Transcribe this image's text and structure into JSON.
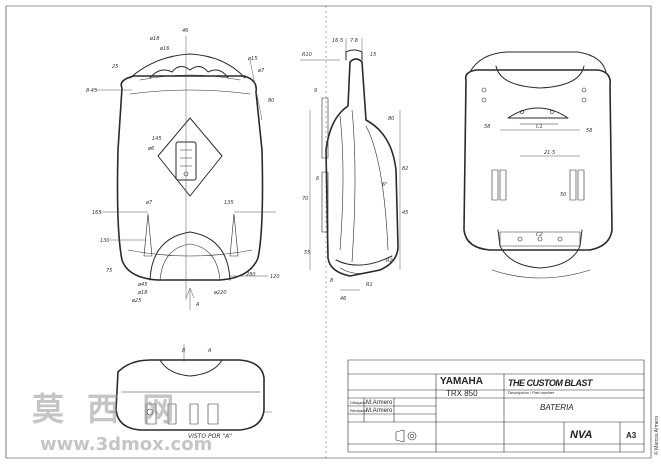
{
  "views": {
    "front": {
      "dims": [
        "25",
        "8·45",
        "ø18",
        "ø16",
        "ø15",
        "ø7",
        "80",
        "145",
        "ø6",
        "135",
        "165",
        "ø7",
        "130",
        "75",
        "120",
        "ø220",
        "280",
        "ø45",
        "ø18",
        "ø25",
        "46",
        "A"
      ]
    },
    "side": {
      "dims": [
        "R10",
        "16·5",
        "7·8",
        "15",
        "9",
        "80",
        "82",
        "70",
        "6",
        "45",
        "6°",
        "R2",
        "55",
        "46",
        "8",
        "R1"
      ]
    },
    "rear": {
      "dims": [
        "58",
        "C1",
        "58",
        "21·5",
        "50",
        "C2"
      ]
    },
    "bottom": {
      "dims": [
        "8",
        "A"
      ],
      "caption": "VISTO POR \"A\""
    }
  },
  "title_block": {
    "drawn_label": "Dibujado",
    "drawn_by": "M.Armero",
    "checked_label": "Revisado",
    "checked_by": "M.Armero",
    "brand": "YAMAHA",
    "model": "TRX 850",
    "part_label": "Descripción / Part number",
    "part_name": "BATERIA",
    "logo_text": "THE CUSTOM BLAST",
    "logo2_text": "NVA",
    "size": "A3"
  },
  "watermark": {
    "chars": "莫 西 网",
    "url": "www.3dmox.com"
  },
  "side_credit": "© Marcos Armero"
}
